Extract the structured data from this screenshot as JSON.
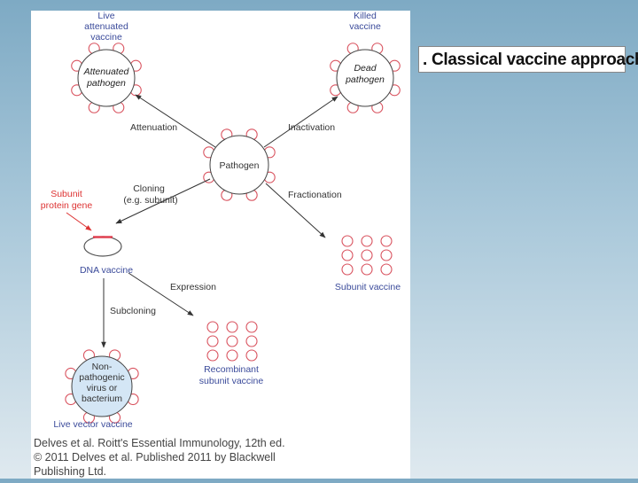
{
  "title": ". Classical vaccine approaches.",
  "diagram": {
    "live_attenuated": {
      "caption": [
        "Live",
        "attenuated",
        "vaccine"
      ],
      "inner": [
        "Attenuated",
        "pathogen"
      ]
    },
    "killed": {
      "caption": [
        "Killed",
        "vaccine"
      ],
      "inner": [
        "Dead",
        "pathogen"
      ]
    },
    "pathogen": {
      "label": "Pathogen"
    },
    "attenuation": "Attenuation",
    "inactivation": "Inactivation",
    "cloning": [
      "Cloning",
      "(e.g. subunit)"
    ],
    "fractionation": "Fractionation",
    "subunit_gene": [
      "Subunit",
      "protein gene"
    ],
    "dna_vaccine": "DNA vaccine",
    "expression": "Expression",
    "subcloning": "Subcloning",
    "subunit_vaccine": "Subunit vaccine",
    "recombinant": [
      "Recombinant",
      "subunit vaccine"
    ],
    "live_vector": {
      "caption": "Live vector vaccine",
      "inner": [
        "Non-",
        "pathogenic",
        "virus or",
        "bacterium"
      ]
    }
  },
  "citation": [
    "Delves et al. Roitt's Essential Immunology, 12th ed.",
    "© 2011 Delves et al. Published 2011 by Blackwell",
    "Publishing Ltd."
  ],
  "colors": {
    "node_stroke": "#d9535f",
    "arrow": "#333333",
    "vector_fill": "#d4e6f5"
  }
}
